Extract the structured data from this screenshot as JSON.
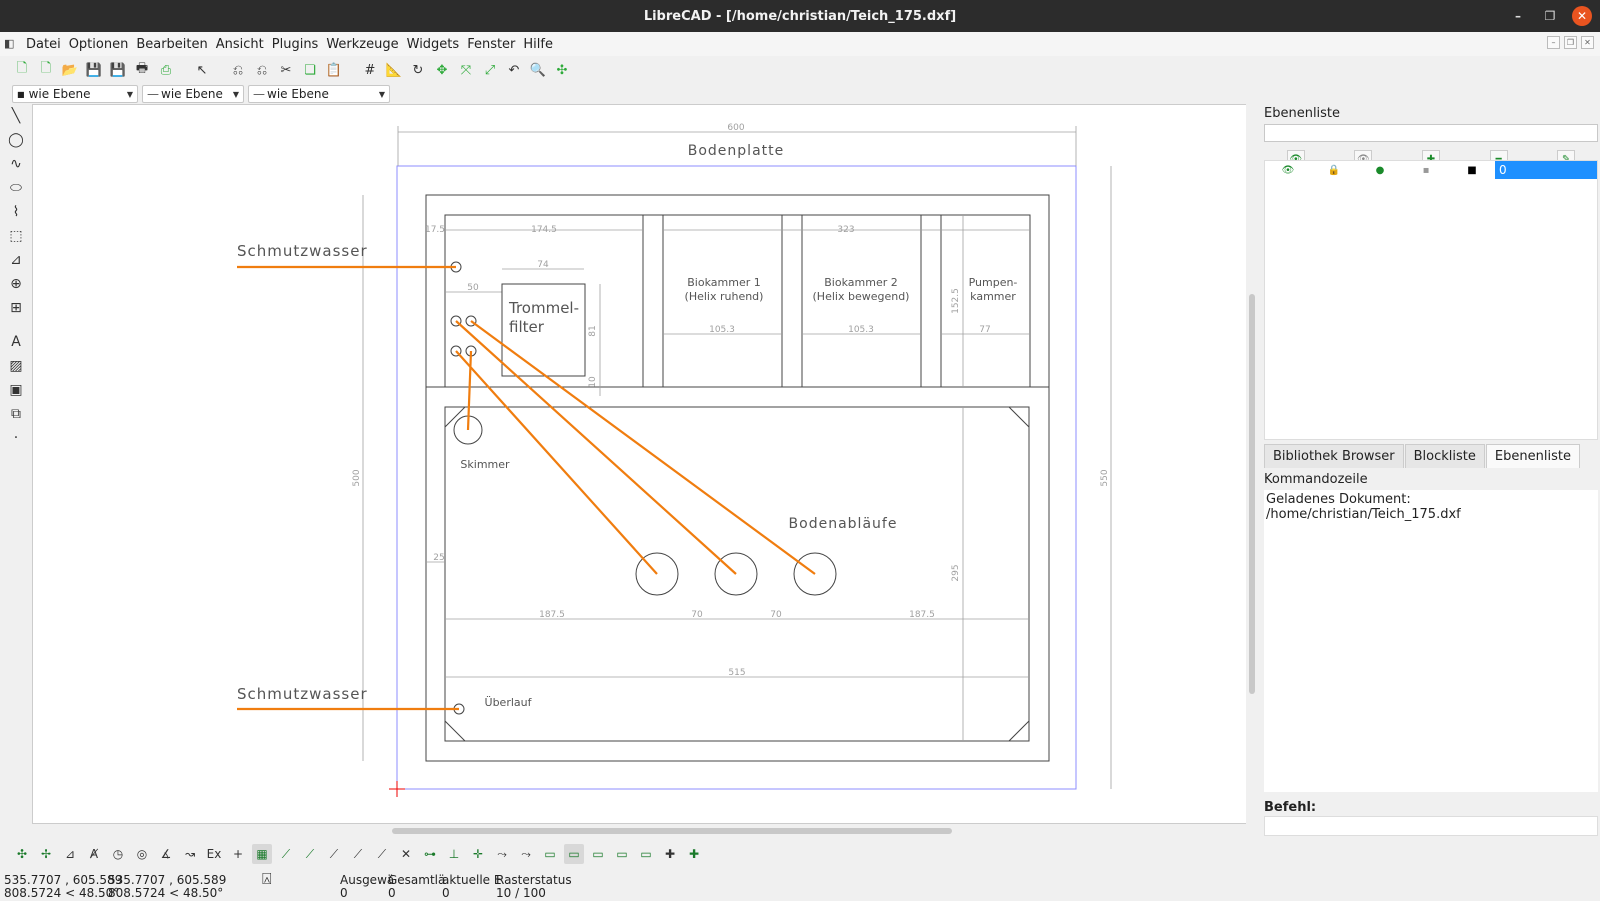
{
  "window": {
    "title": "LibreCAD - [/home/christian/Teich_175.dxf]"
  },
  "menu": [
    "Datei",
    "Optionen",
    "Bearbeiten",
    "Ansicht",
    "Plugins",
    "Werkzeuge",
    "Widgets",
    "Fenster",
    "Hilfe"
  ],
  "pen": {
    "color": "wie Ebene",
    "width": "wie Ebene",
    "type": "wie Ebene"
  },
  "drawing": {
    "dim_total_width": "600",
    "title": "Bodenplatte",
    "label_dirty_water_top": "Schmutzwasser",
    "label_dirty_water_bottom": "Schmutzwasser",
    "dim_17_5": "17.5",
    "dim_174_5": "174.5",
    "dim_323": "323",
    "dim_74": "74",
    "dim_50": "50",
    "drum_filter": [
      "Trommel-",
      "filter"
    ],
    "dim_81": "81",
    "dim_10": "10",
    "biochamber1": [
      "Biokammer 1",
      "(Helix ruhend)"
    ],
    "biochamber2": [
      "Biokammer 2",
      "(Helix bewegend)"
    ],
    "pump_chamber": [
      "Pumpen-",
      "kammer"
    ],
    "dim_152_5": "152.5",
    "dim_105_3a": "105.3",
    "dim_105_3b": "105.3",
    "dim_77": "77",
    "dim_500": "500",
    "dim_550": "550",
    "skimmer": "Skimmer",
    "bottom_drains": "Bodenabläufe",
    "dim_25": "25",
    "dim_295": "295",
    "dim_187_5a": "187.5",
    "dim_70a": "70",
    "dim_70b": "70",
    "dim_187_5b": "187.5",
    "dim_515": "515",
    "overflow": "Überlauf"
  },
  "layers_panel": {
    "title": "Ebenenliste",
    "layer_name": "0",
    "tabs": [
      "Bibliothek Browser",
      "Blockliste",
      "Ebenenliste"
    ]
  },
  "command": {
    "title": "Kommandozeile",
    "log": "Geladenes Dokument: /home/christian/Teich_175.dxf",
    "prompt": "Befehl:"
  },
  "status": {
    "coord_abs_1": "535.7707 , 605.589",
    "coord_abs_2": "808.5724 < 48.50°",
    "coord_rel_1": "535.7707 , 605.589",
    "coord_rel_2": "808.5724 < 48.50°",
    "selected_label": "Ausgewä",
    "selected_value": "0",
    "total_label": "Gesamtlä",
    "total_value": "0",
    "current_label": "aktuelle E",
    "current_value": "0",
    "grid_label": "Rasterstatus",
    "grid_value": "10 / 100"
  },
  "colors": {
    "accent_layer": "#1e90ff",
    "pipe": "#f07d0f",
    "drawing_line": "#444444",
    "dimension": "#a0a0a0",
    "paper_border": "#8c8cff"
  }
}
